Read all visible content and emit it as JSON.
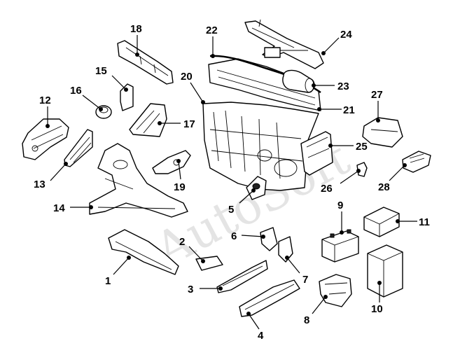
{
  "watermark": "AutoSoft",
  "callouts": [
    {
      "id": "1",
      "label": "1"
    },
    {
      "id": "2",
      "label": "2"
    },
    {
      "id": "3",
      "label": "3"
    },
    {
      "id": "4",
      "label": "4"
    },
    {
      "id": "5",
      "label": "5"
    },
    {
      "id": "6",
      "label": "6"
    },
    {
      "id": "7",
      "label": "7"
    },
    {
      "id": "8",
      "label": "8"
    },
    {
      "id": "9",
      "label": "9"
    },
    {
      "id": "10",
      "label": "10"
    },
    {
      "id": "11",
      "label": "11"
    },
    {
      "id": "12",
      "label": "12"
    },
    {
      "id": "13",
      "label": "13"
    },
    {
      "id": "14",
      "label": "14"
    },
    {
      "id": "15",
      "label": "15"
    },
    {
      "id": "16",
      "label": "16"
    },
    {
      "id": "17",
      "label": "17"
    },
    {
      "id": "18",
      "label": "18"
    },
    {
      "id": "19",
      "label": "19"
    },
    {
      "id": "20",
      "label": "20"
    },
    {
      "id": "21",
      "label": "21"
    },
    {
      "id": "22",
      "label": "22"
    },
    {
      "id": "23",
      "label": "23"
    },
    {
      "id": "24",
      "label": "24"
    },
    {
      "id": "25",
      "label": "25"
    },
    {
      "id": "26",
      "label": "26"
    },
    {
      "id": "27",
      "label": "27"
    },
    {
      "id": "28",
      "label": "28"
    }
  ]
}
